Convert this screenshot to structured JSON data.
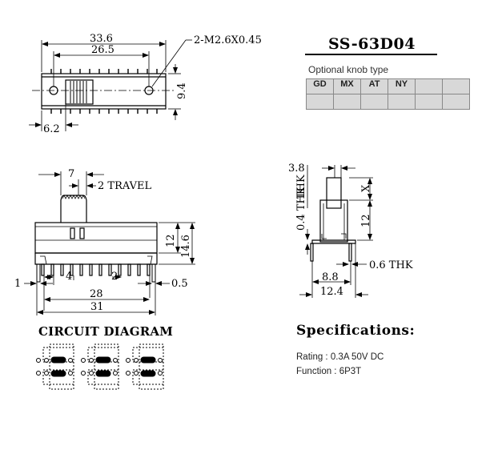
{
  "title": "SS-63D04",
  "knob": {
    "label": "Optional knob type",
    "headers": [
      "GD",
      "MX",
      "AT",
      "NY",
      "",
      ""
    ]
  },
  "dims": {
    "top_overall": "33.6",
    "top_inner": "26.5",
    "hole": "2-M2.6X0.45",
    "height": "9.4",
    "offset": "6.2",
    "knob_width": "7",
    "travel": "2 TRAVEL",
    "body_h": "12",
    "total_h": "14.6",
    "pin_left": "1",
    "pin_pitch_a": "4",
    "pin_pitch_b": "2",
    "pin_right": "0.5",
    "span_28": "28",
    "span_31": "31",
    "side_knob": "3.8",
    "side_thk_a": "0.4 THK",
    "side_thk_b": "THK",
    "side_x": "X",
    "side_12": "12",
    "side_thk_c": "0.6 THK",
    "side_88": "8.8",
    "side_124": "12.4"
  },
  "circuit": {
    "title": "CIRCUIT DIAGRAM"
  },
  "specs": {
    "title": "Specifications:",
    "rating": "Rating : 0.3A 50V DC",
    "function": "Function : 6P3T"
  }
}
